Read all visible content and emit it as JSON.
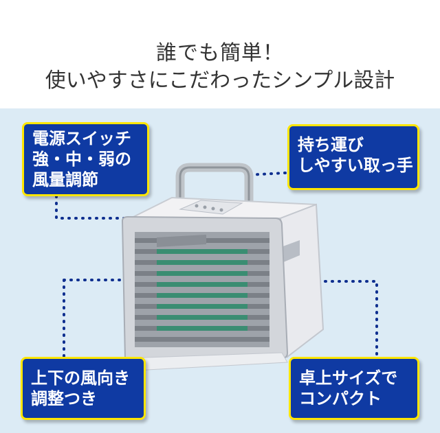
{
  "headline": {
    "line1": "誰でも簡単！",
    "line2": "使いやすさにこだわったシンプル設計"
  },
  "callouts": {
    "power": {
      "lines": [
        "電源スイッチ",
        "強・中・弱の",
        "風量調節"
      ]
    },
    "handle": {
      "lines": [
        "持ち運び",
        "しやすい取っ手"
      ]
    },
    "louver": {
      "lines": [
        "上下の風向き",
        "調整つき"
      ]
    },
    "size": {
      "lines": [
        "卓上サイズで",
        "コンパクト"
      ]
    }
  },
  "colors": {
    "panel_bg": "#dcebf5",
    "callout_bg": "#0f3aa3",
    "callout_border": "#ffe600",
    "dots": "#0f2f8f"
  }
}
